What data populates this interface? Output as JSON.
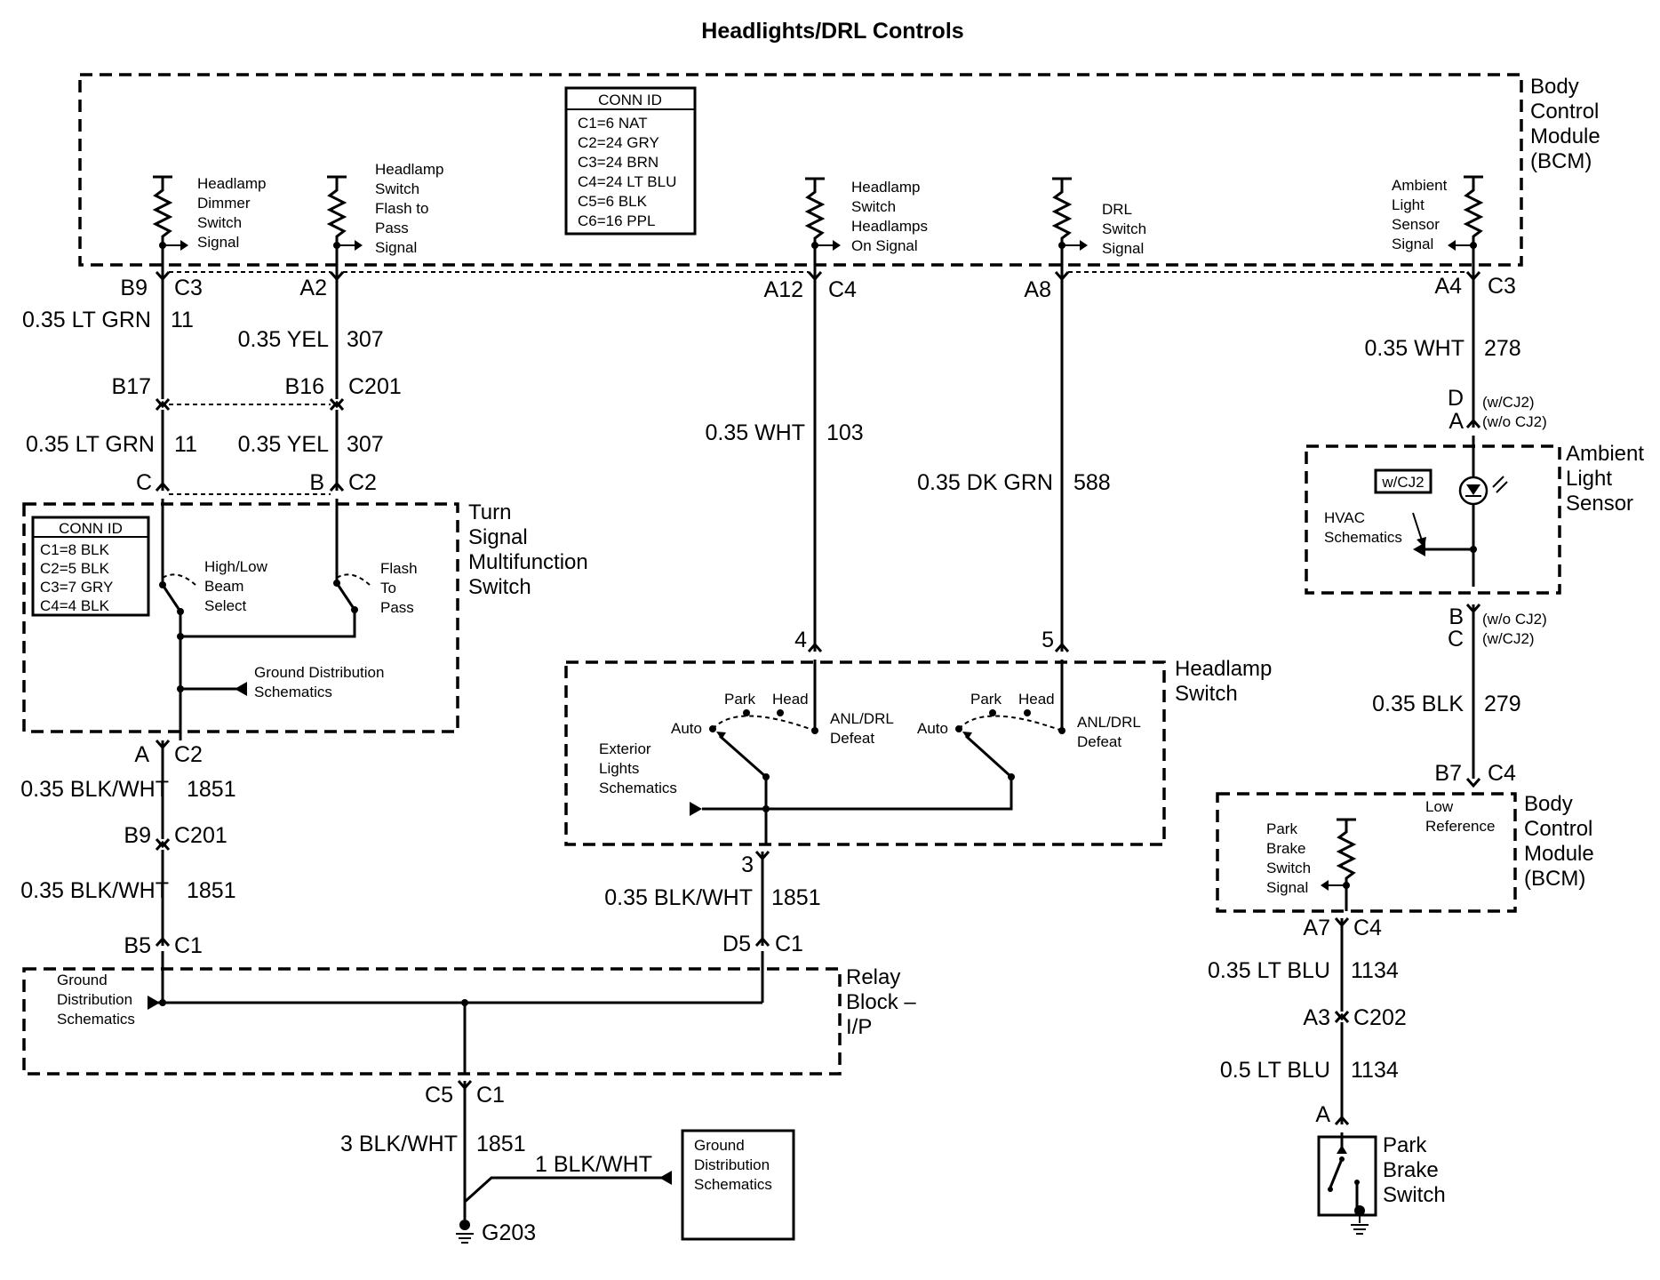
{
  "title": "Headlights/DRL Controls",
  "components": {
    "bcm_top": [
      "Body",
      "Control",
      "Module",
      "(BCM)"
    ],
    "bcm_bottom": [
      "Body",
      "Control",
      "Module",
      "(BCM)"
    ],
    "turn_signal": [
      "Turn",
      "Signal",
      "Multifunction",
      "Switch"
    ],
    "headlamp_switch": [
      "Headlamp",
      "Switch"
    ],
    "ambient_sensor": [
      "Ambient",
      "Light",
      "Sensor"
    ],
    "relay_block": [
      "Relay",
      "Block –",
      "I/P"
    ],
    "park_brake": [
      "Park",
      "Brake",
      "Switch"
    ]
  },
  "conn_id_bcm": {
    "title": "CONN ID",
    "rows": [
      "C1=6 NAT",
      "C2=24 GRY",
      "C3=24 BRN",
      "C4=24 LT BLU",
      "C5=6 BLK",
      "C6=16 PPL"
    ]
  },
  "conn_id_turn": {
    "title": "CONN ID",
    "rows": [
      "C1=8 BLK",
      "C2=5 BLK",
      "C3=7 GRY",
      "C4=4 BLK"
    ]
  },
  "signals": {
    "dimmer": [
      "Headlamp",
      "Dimmer",
      "Switch",
      "Signal"
    ],
    "flash": [
      "Headlamp",
      "Switch",
      "Flash to",
      "Pass",
      "Signal"
    ],
    "head_on": [
      "Headlamp",
      "Switch",
      "Headlamps",
      "On Signal"
    ],
    "drl": [
      "DRL",
      "Switch",
      "Signal"
    ],
    "ambient": [
      "Ambient",
      "Light",
      "Sensor",
      "Signal"
    ],
    "park_brake_signal": [
      "Park",
      "Brake",
      "Switch",
      "Signal"
    ],
    "low_ref": [
      "Low",
      "Reference"
    ]
  },
  "turn_switch_labels": {
    "high_low": [
      "High/Low",
      "Beam",
      "Select"
    ],
    "flash_pass": [
      "Flash",
      "To",
      "Pass"
    ],
    "ground": [
      "Ground Distribution",
      "Schematics"
    ]
  },
  "headlamp_labels": {
    "park": "Park",
    "head": "Head",
    "auto": "Auto",
    "anl": [
      "ANL/DRL",
      "Defeat"
    ],
    "exterior": [
      "Exterior",
      "Lights",
      "Schematics"
    ]
  },
  "pins": {
    "b9": "B9",
    "c3a": "C3",
    "a2": "A2",
    "a12": "A12",
    "c4a": "C4",
    "a8": "A8",
    "a4": "A4",
    "c3b": "C3",
    "b17": "B17",
    "b16": "B16",
    "c201a": "C201",
    "c": "C",
    "b": "B",
    "c2a": "C2",
    "a": "A",
    "c2b": "C2",
    "b9b": "B9",
    "c201b": "C201",
    "b5": "B5",
    "c1a": "C1",
    "d5": "D5",
    "c1b": "C1",
    "c5": "C5",
    "c1c": "C1",
    "p4": "4",
    "p5": "5",
    "p3": "3",
    "d": "D",
    "d_note": "(w/CJ2)",
    "a_amb": "A",
    "a_note": "(w/o CJ2)",
    "b_amb": "B",
    "b_note": "(w/o CJ2)",
    "c_amb": "C",
    "c_note": "(w/CJ2)",
    "b7": "B7",
    "c4b": "C4",
    "a7": "A7",
    "c4c": "C4",
    "a3": "A3",
    "c202": "C202",
    "a_pb": "A",
    "g203": "G203"
  },
  "wires": {
    "w1": "0.35 LT GRN",
    "n1": "11",
    "w2": "0.35 YEL",
    "n2": "307",
    "w3": "0.35 LT GRN",
    "n3": "11",
    "w4": "0.35 YEL",
    "n4": "307",
    "w5": "0.35 WHT",
    "n5": "103",
    "w6": "0.35 DK GRN",
    "n6": "588",
    "w7": "0.35 WHT",
    "n7": "278",
    "w8": "0.35 BLK",
    "n8": "279",
    "w9": "0.35 BLK/WHT",
    "n9": "1851",
    "w10": "0.35 BLK/WHT",
    "n10": "1851",
    "w11": "0.35 BLK/WHT",
    "n11": "1851",
    "w12": "3 BLK/WHT",
    "n12": "1851",
    "w13": "1 BLK/WHT",
    "w14": "0.35 LT BLU",
    "n14": "1134",
    "w15": "0.5 LT BLU",
    "n15": "1134"
  },
  "other": {
    "cj2_tag": "w/CJ2",
    "hvac": [
      "HVAC",
      "Schematics"
    ],
    "relay_ground": [
      "Ground",
      "Distribution",
      "Schematics"
    ],
    "gnd_box": [
      "Ground",
      "Distribution",
      "Schematics"
    ]
  }
}
